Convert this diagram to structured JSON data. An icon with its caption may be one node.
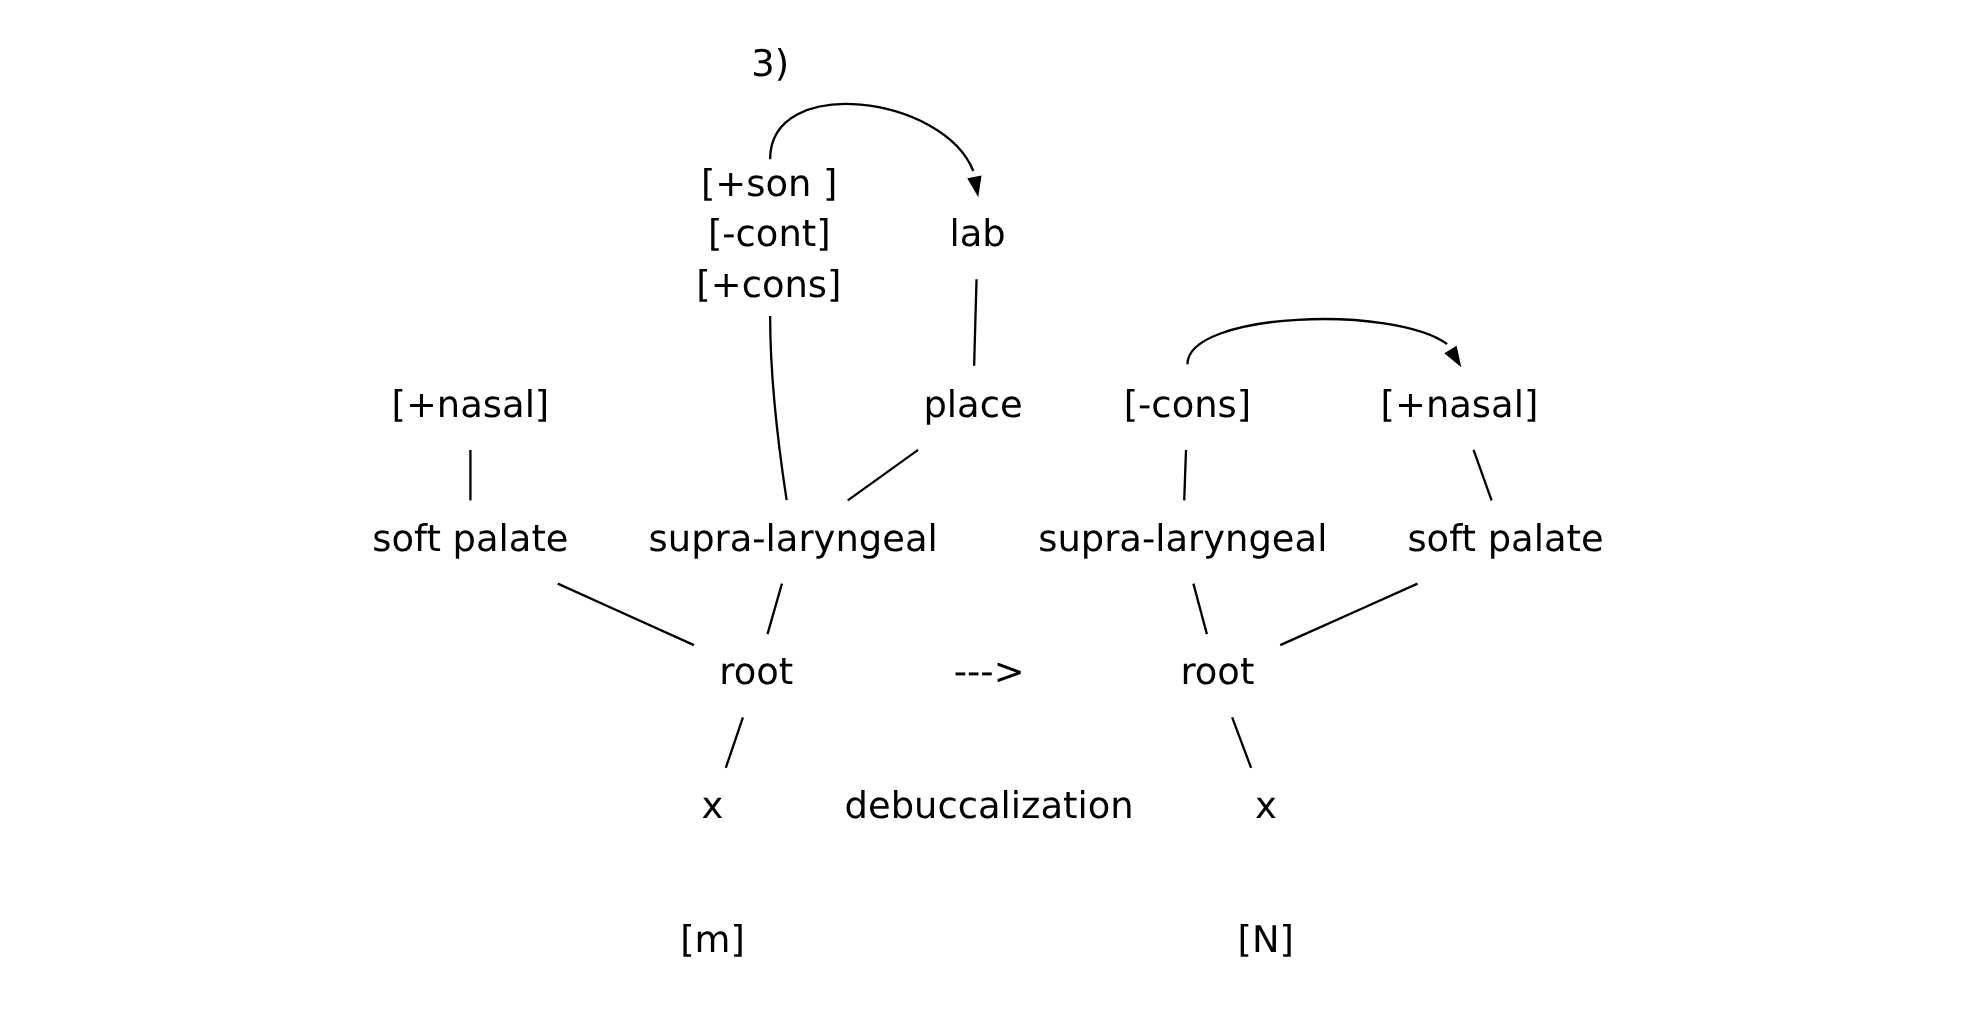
{
  "diagram": {
    "nodes": [
      {
        "text": [
          "[+son ]",
          "[-cont]",
          "[+cons]"
        ]
      },
      {
        "text": [
          "lab"
        ]
      },
      {
        "text": [
          "place"
        ]
      },
      {
        "text": [
          "[+nasal]"
        ]
      },
      {
        "text": [
          "supra-laryngeal"
        ]
      },
      {
        "text": [
          "soft palate"
        ]
      },
      {
        "text": [
          "root"
        ]
      },
      {
        "text": [
          "x"
        ]
      },
      {
        "text": [
          "[-cons]"
        ]
      },
      {
        "text": [
          "[+nasal]"
        ]
      },
      {
        "text": [
          "supra-laryngeal"
        ]
      },
      {
        "text": [
          "soft palate"
        ]
      },
      {
        "text": [
          "root"
        ]
      },
      {
        "text": [
          "x"
        ]
      }
    ],
    "edges": [
      {
        "from": 0,
        "to": 1,
        "arrow": "to"
      },
      {
        "from": 1,
        "to": 2,
        "arrow": "none"
      },
      {
        "from": 0,
        "to": 4,
        "arrow": "none"
      },
      {
        "from": 2,
        "to": 4,
        "arrow": "none"
      },
      {
        "from": 3,
        "to": 5,
        "arrow": "none"
      },
      {
        "from": 4,
        "to": 6,
        "arrow": "none"
      },
      {
        "from": 5,
        "to": 6,
        "arrow": "none"
      },
      {
        "from": 6,
        "to": 7,
        "arrow": "none"
      },
      {
        "from": 8,
        "to": 9,
        "arrow": "to"
      },
      {
        "from": 8,
        "to": 10,
        "arrow": "none"
      },
      {
        "from": 9,
        "to": 11,
        "arrow": "none"
      },
      {
        "from": 10,
        "to": 12,
        "arrow": "none"
      },
      {
        "from": 11,
        "to": 12,
        "arrow": "none"
      },
      {
        "from": 12,
        "to": 13,
        "arrow": "none"
      }
    ],
    "labels": [
      "3)",
      "--->",
      "debuccalization",
      "[m]",
      "[N]"
    ]
  }
}
